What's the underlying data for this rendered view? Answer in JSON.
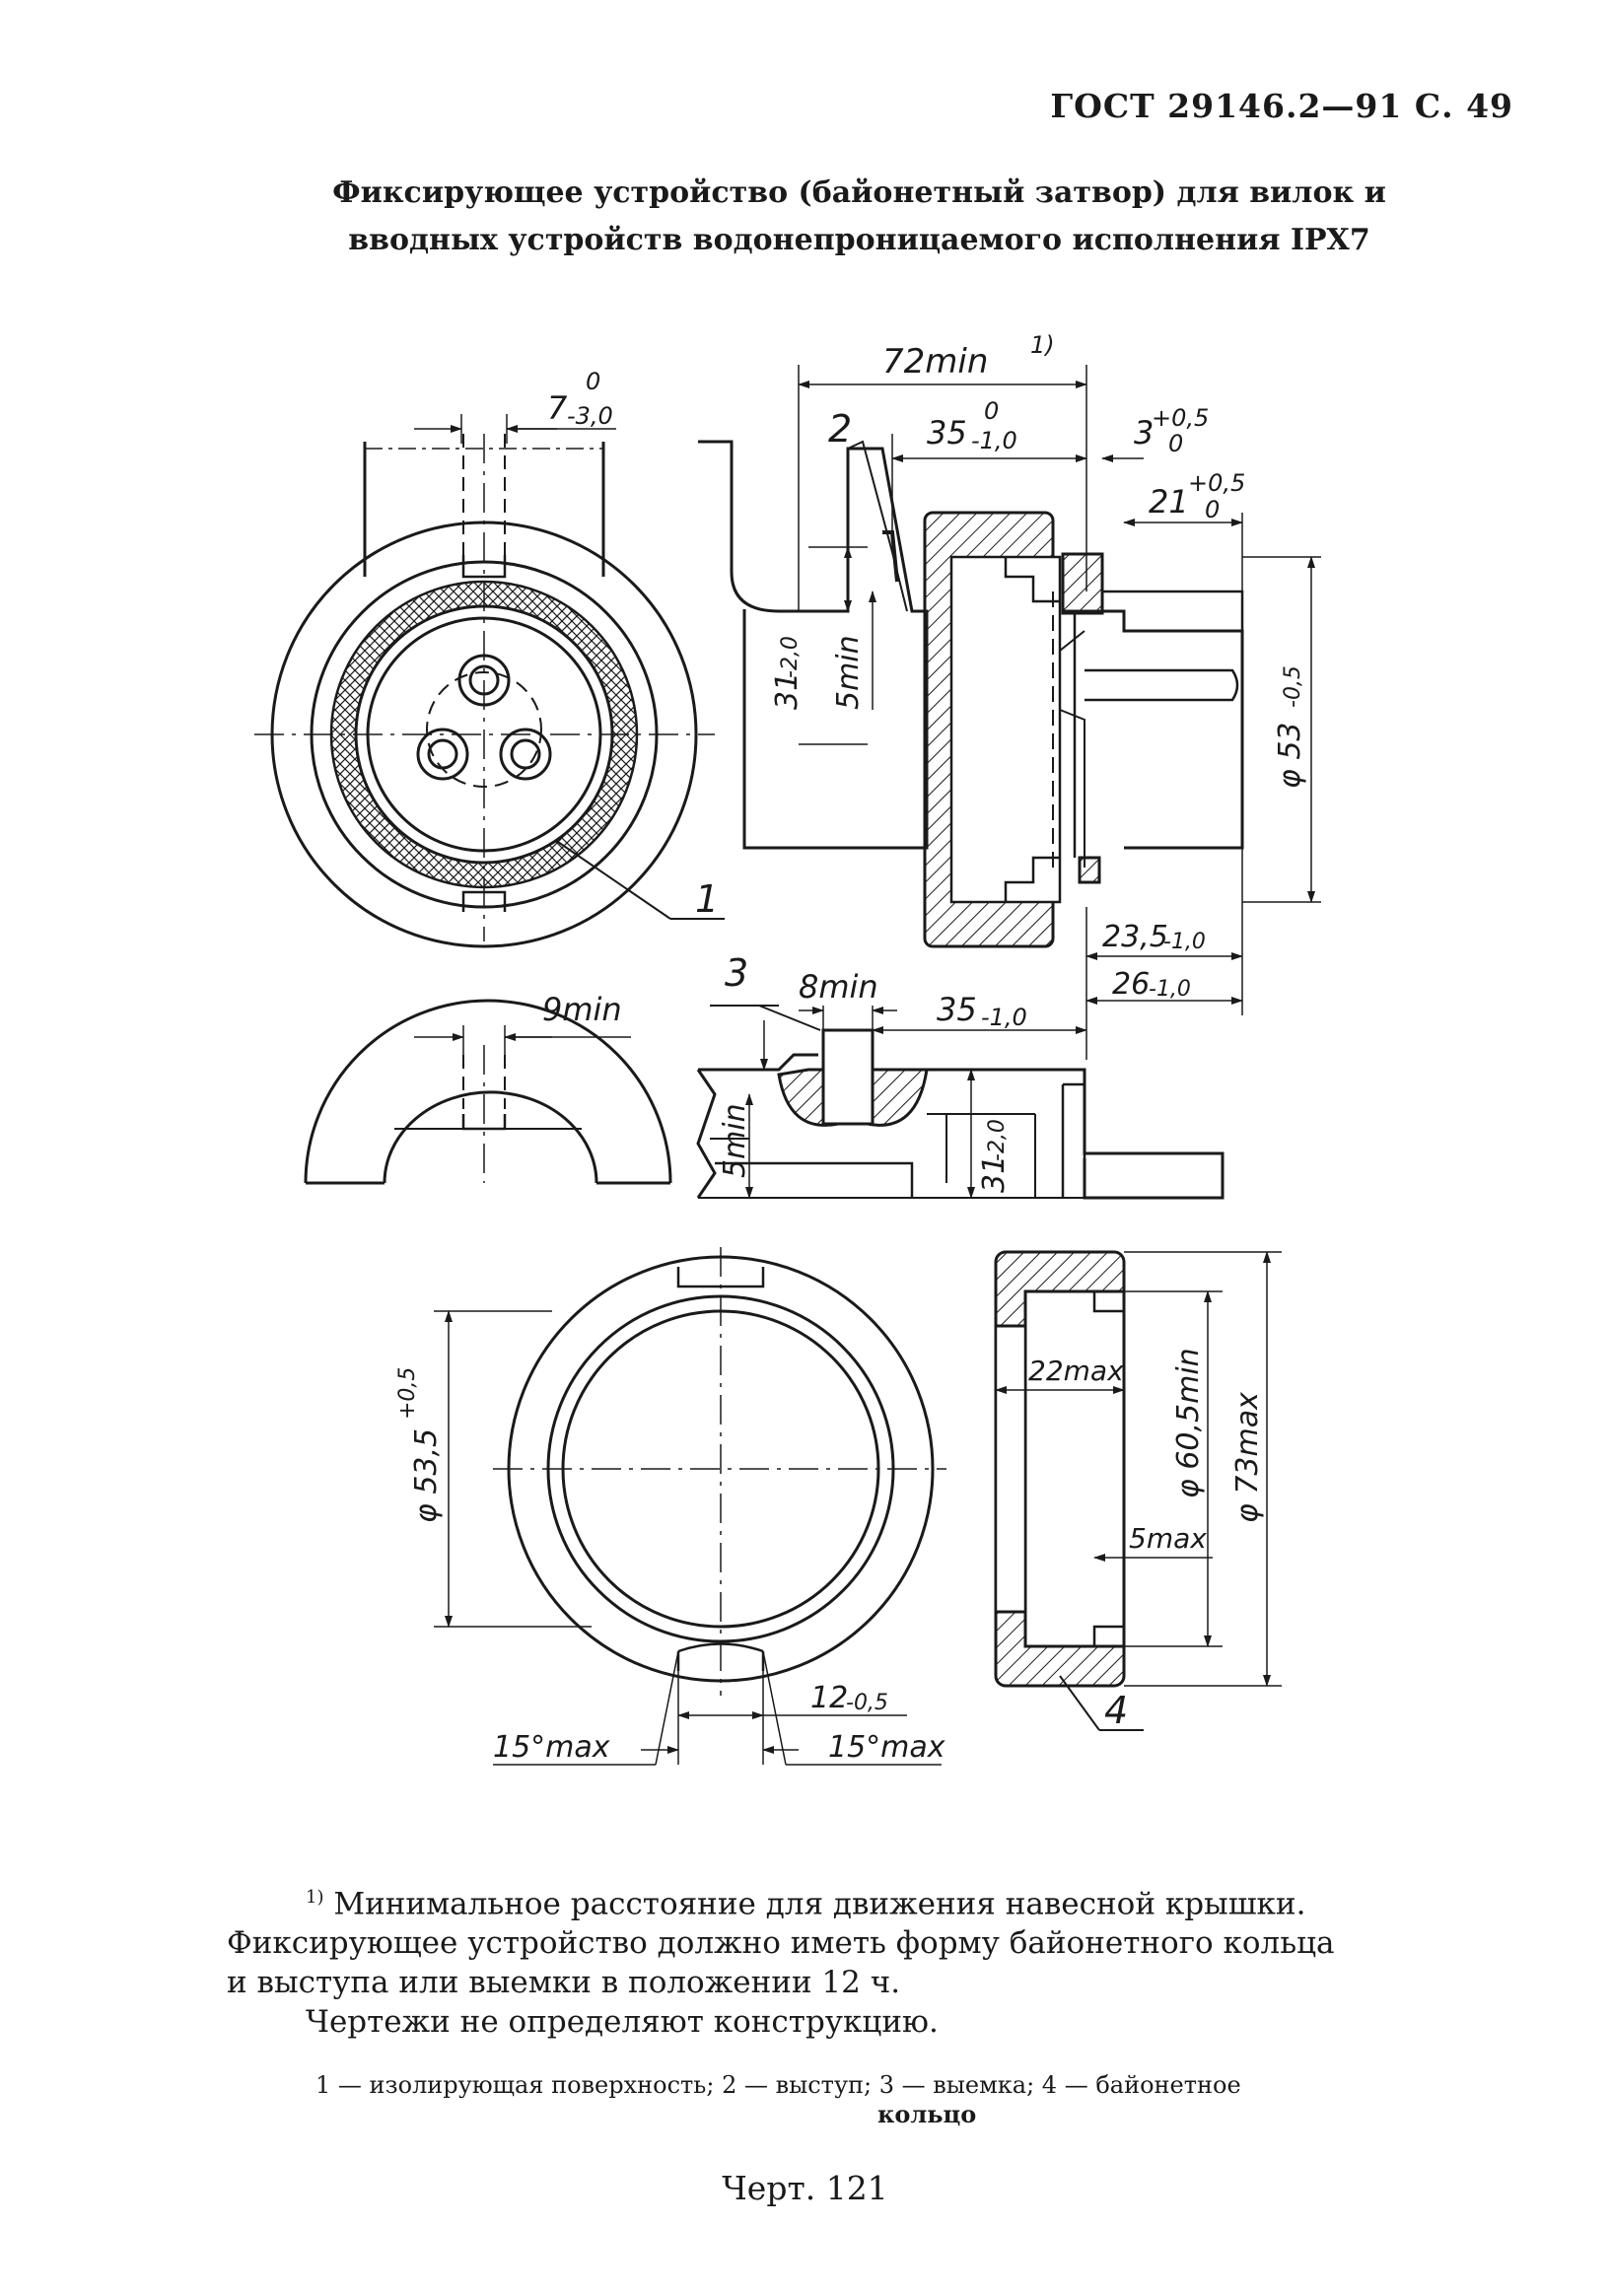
{
  "header": {
    "standard": "ГОСТ 29146.2—91 С. 49"
  },
  "title": {
    "line1": "Фиксирующее устройство (байонетный затвор) для вилок и",
    "line2": "вводных устройств водонепроницаемого исполнения IPX7"
  },
  "drawing": {
    "dim_72": "72min",
    "footnote_ref": "1)",
    "dim_7": "7",
    "dim_7_tol": "-3,0",
    "dim_7_zero": "0",
    "dim_35_top": "35",
    "dim_35_top_tol": "-1,0",
    "dim_35_top_zero": "0",
    "dim_3": "3",
    "dim_3_tol": "+0,5",
    "dim_3_zero": "0",
    "dim_21": "21",
    "dim_21_tol": "+0,5",
    "dim_21_zero": "0",
    "dim_31_top": "31",
    "dim_31_top_tol": "-2,0",
    "dim_5min_top": "5min",
    "dim_phi53": "φ 53",
    "dim_phi53_tol": "-0,5",
    "dim_23": "23,5",
    "dim_23_tol": "-1,0",
    "dim_26": "26",
    "dim_26_tol": "-1,0",
    "dim_9min": "9min",
    "dim_8min": "8min",
    "dim_35_mid": "35",
    "dim_35_mid_tol": "-1,0",
    "dim_5min_mid": "5min",
    "dim_31_mid": "31",
    "dim_31_mid_tol": "-2,0",
    "dim_phi53_5": "φ 53,5",
    "dim_phi53_5_tol": "+0,5",
    "dim_22max": "22max",
    "dim_phi60": "φ 60,5min",
    "dim_phi73": "φ 73max",
    "dim_5max": "5max",
    "dim_12": "12",
    "dim_12_tol": "-0,5",
    "dim_15_left": "15°max",
    "dim_15_right": "15°max",
    "label_1": "1",
    "label_2": "2",
    "label_3": "3",
    "label_4": "4"
  },
  "notes": {
    "footnote_mark": "1)",
    "footnote_line1": "Минимальное расстояние для движения навесной крышки.",
    "footnote_line2": "Фиксирующее устройство должно иметь форму байонетного кольца",
    "footnote_line3": "и выступа или выемки в положении 12 ч.",
    "remark": "Чертежи не определяют конструкцию."
  },
  "legend": {
    "line1": "1 — изолирующая поверхность; 2 — выступ; 3 — выемка; 4 — байонетное",
    "line2": "кольцо"
  },
  "figure_label": "Черт. 121"
}
